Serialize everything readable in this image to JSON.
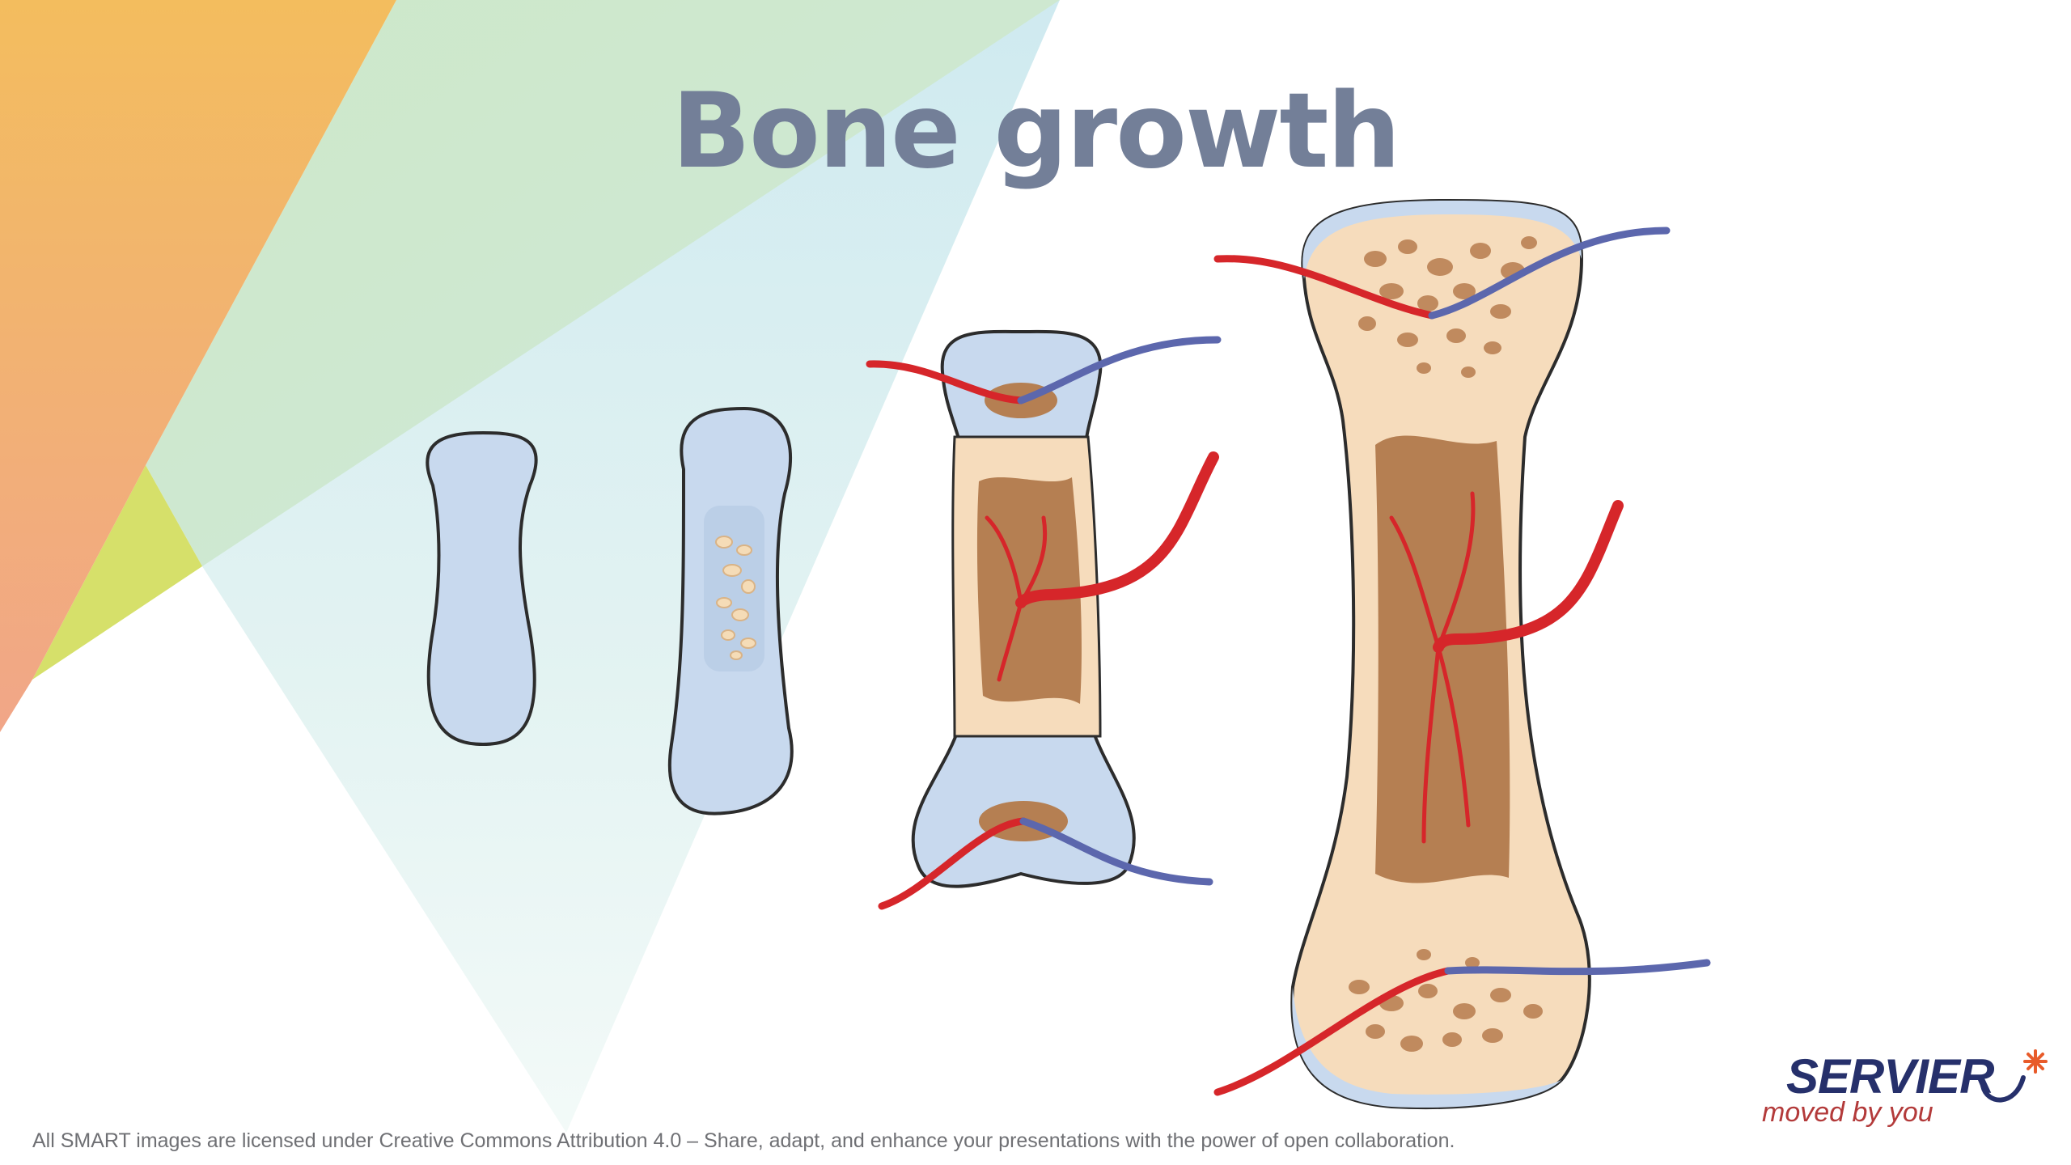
{
  "slide": {
    "title": "Bone growth",
    "license_text": "All SMART images are licensed under Creative Commons Attribution 4.0 – Share, adapt, and enhance your presentations with the power of open collaboration.",
    "logo": {
      "name": "SERVIER",
      "tagline": "moved by you"
    }
  },
  "colors": {
    "title": "#737f98",
    "cartilage": "#c8d9ee",
    "bone_light": "#f6dcbc",
    "marrow": "#b57f52",
    "artery": "#d6262a",
    "vein": "#5c67ad",
    "logo_blue": "#26306b",
    "logo_red": "#e85b2a"
  },
  "illustration": {
    "stages": [
      "cartilage-model",
      "primary-ossification",
      "secondary-ossification",
      "mature-bone"
    ]
  }
}
